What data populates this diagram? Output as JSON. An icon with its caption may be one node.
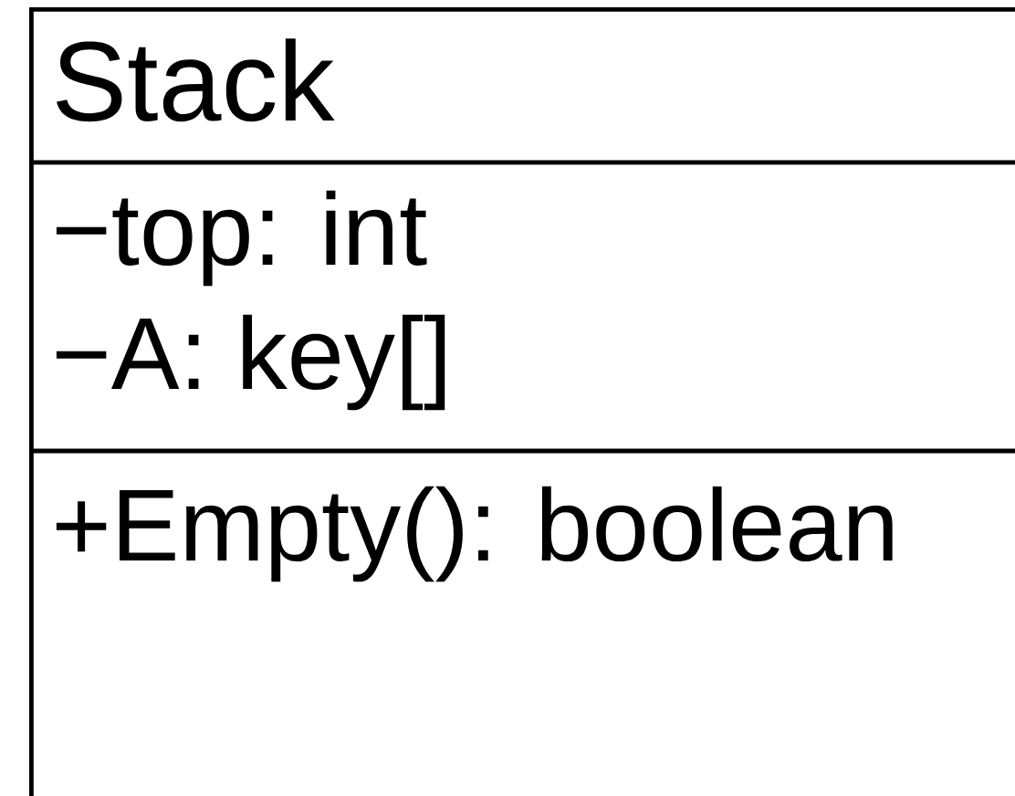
{
  "diagram": {
    "nodes": [
      {
        "text": [
          "Stack",
          "−top: int",
          "−A: key[]",
          "+Empty(): boolean"
        ]
      }
    ]
  }
}
